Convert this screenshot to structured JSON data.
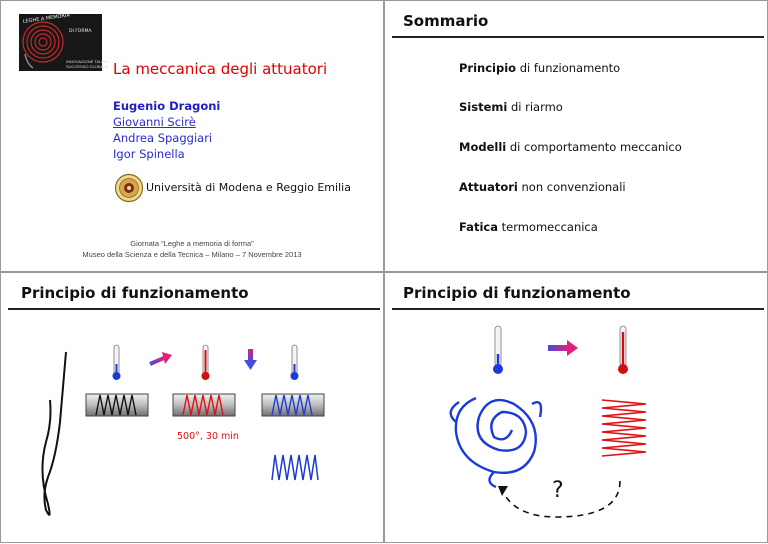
{
  "slide1": {
    "logo_text": "LEGHE A MEMORIA DI FORMA",
    "logo_subtext": [
      "INNOVAZIONE TALMIA",
      "SUCCESSO GLOBALE"
    ],
    "title": "La meccanica degli attuatori",
    "authors": [
      "Eugenio Dragoni",
      "Giovanni Scirè",
      "Andrea Spaggiari",
      "Igor Spinella"
    ],
    "university": "Università di Modena e Reggio Emilia",
    "footer_line1": "Giornata “Leghe a memoria di forma”",
    "footer_line2": "Museo della Scienza e della Tecnica – Milano – 7 Novembre 2013"
  },
  "slide2": {
    "title": "Sommario",
    "items": [
      {
        "bold": "Principio",
        "rest": " di funzionamento"
      },
      {
        "bold": "Sistemi",
        "rest": " di riarmo"
      },
      {
        "bold": "Modelli",
        "rest": " di comportamento meccanico"
      },
      {
        "bold": "Attuatori",
        "rest": " non convenzionali"
      },
      {
        "bold": "Fatica",
        "rest": " termomeccanica"
      }
    ]
  },
  "slide3": {
    "title": "Principio di funzionamento",
    "condition_label": "500°, 30 min"
  },
  "slide4": {
    "title": "Principio di funzionamento",
    "question": "?"
  },
  "colors": {
    "title_red": "#e00000",
    "author_blue": "#2a2ad8",
    "hot_red": "#e01010",
    "cold_blue": "#1a3cd6",
    "frame_grey": "#9a9a9a"
  }
}
